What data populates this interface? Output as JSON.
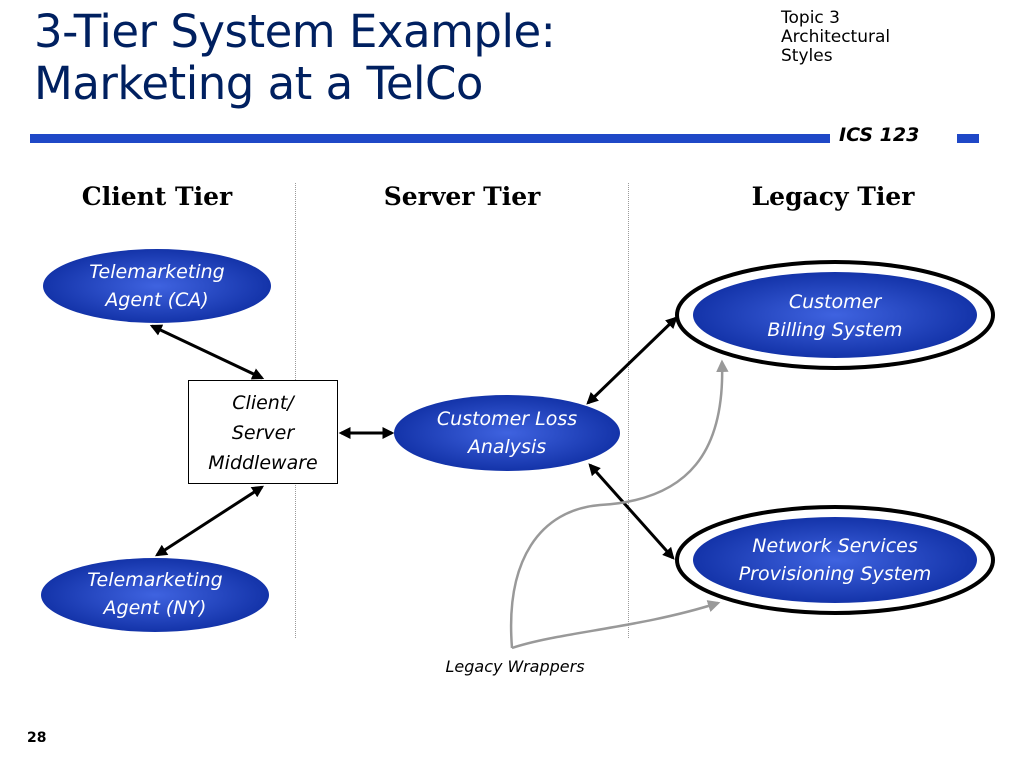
{
  "slide": {
    "title_lines": [
      "3-Tier System Example:",
      "Marketing at a TelCo"
    ],
    "topic_lines": [
      "Topic 3",
      "Architectural",
      "Styles"
    ],
    "course": "ICS 123",
    "page_number": "28"
  },
  "tiers": {
    "client": "Client Tier",
    "server": "Server Tier",
    "legacy": "Legacy Tier"
  },
  "nodes": {
    "agent_ca": [
      "Telemarketing",
      "Agent (CA)"
    ],
    "agent_ny": [
      "Telemarketing",
      "Agent (NY)"
    ],
    "middleware": [
      "Client/",
      "Server",
      "Middleware"
    ],
    "loss_analysis": [
      "Customer Loss",
      "Analysis"
    ],
    "billing": [
      "Customer",
      "Billing System"
    ],
    "provisioning": [
      "Network Services",
      "Provisioning System"
    ]
  },
  "annotations": {
    "legacy_wrappers": "Legacy Wrappers"
  },
  "colors": {
    "title": "#002060",
    "accent_bar": "#1f48c7",
    "node_fill_center": "#3f63e0",
    "node_fill_edge": "#0b2a9e",
    "wrapper_curve": "#999999"
  },
  "icons": {
    "connector_arrow": "double-headed-arrow-icon"
  }
}
